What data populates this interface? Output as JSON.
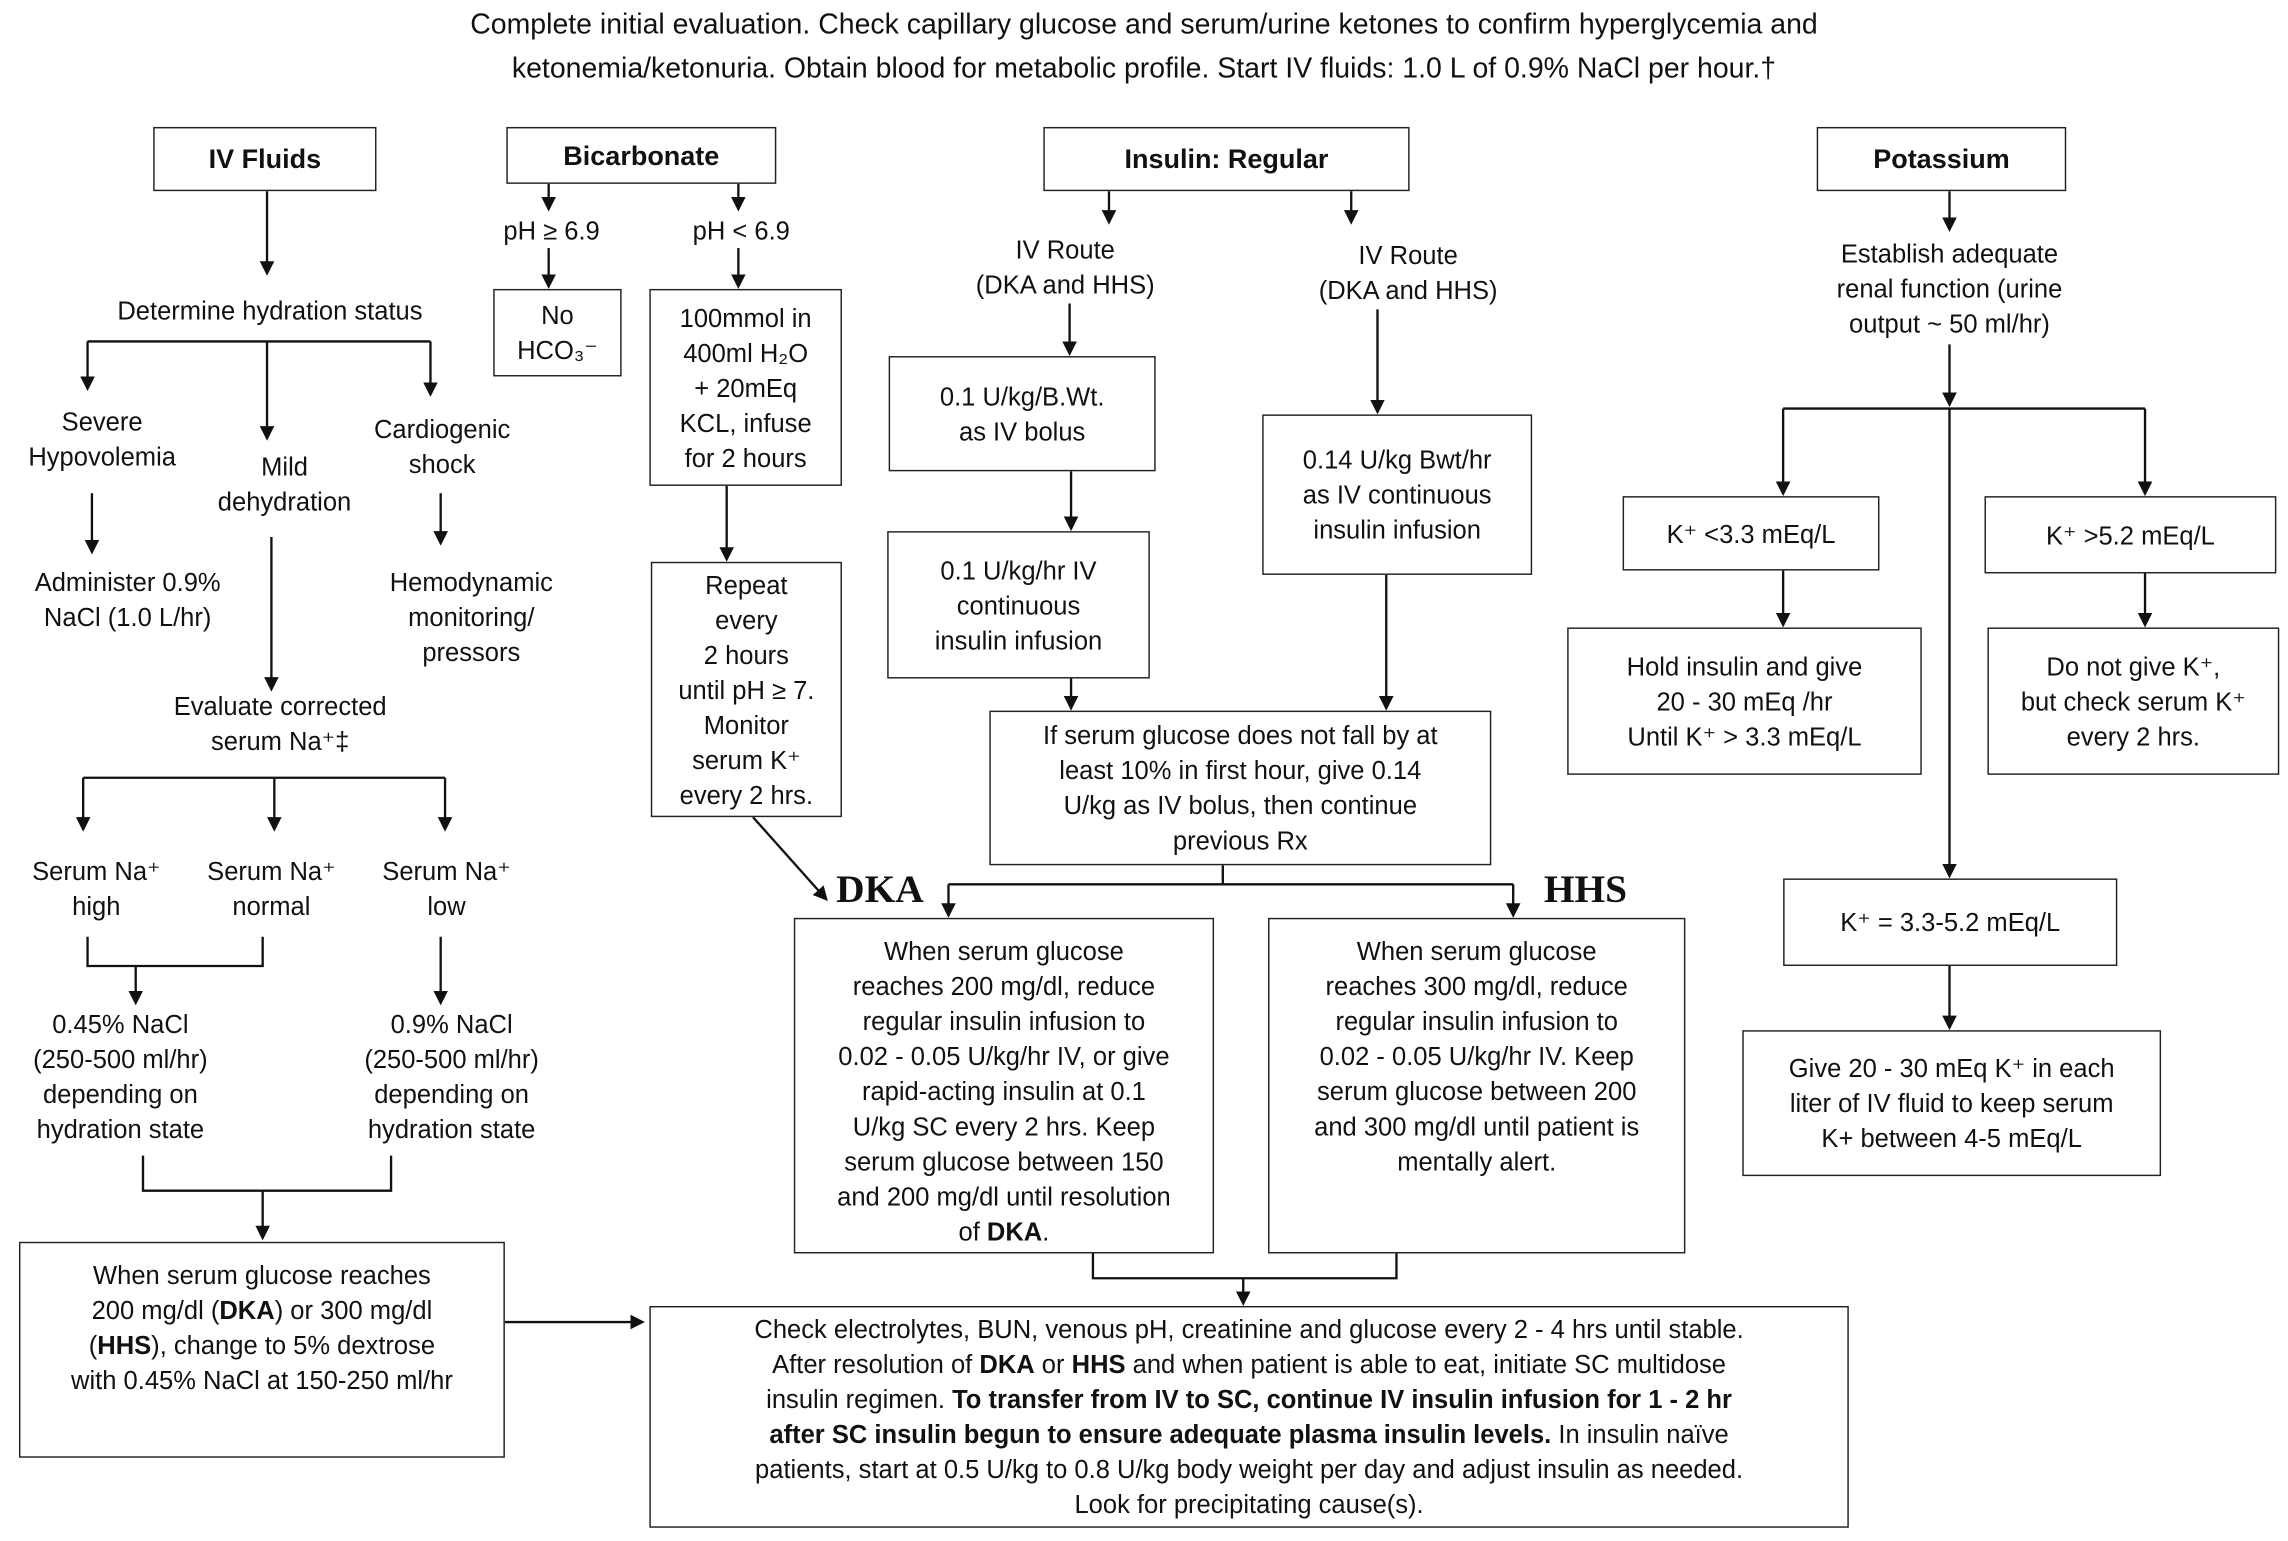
{
  "title": {
    "line1": "Complete initial evaluation. Check capillary glucose and serum/urine ketones to confirm hyperglycemia and",
    "line2": "ketonemia/ketonuria. Obtain blood for metabolic profile. Start IV fluids: 1.0 L of 0.9% NaCl per hour.†"
  },
  "iv_fluids": {
    "header": "IV Fluids",
    "hydration_status": "Determine hydration status",
    "severe": "Severe\nHypovolemia",
    "mild": "Mild\ndehydration",
    "cardiogenic": "Cardiogenic\nshock",
    "administer": "Administer 0.9%\nNaCl (1.0 L/hr)",
    "hemodynamic": "Hemodynamic\nmonitoring/\npressors",
    "evaluate": "Evaluate corrected\nserum Na⁺‡",
    "na_high": "Serum Na⁺\nhigh",
    "na_normal": "Serum Na⁺\nnormal",
    "na_low": "Serum Na⁺\nlow",
    "nacl_045": "0.45% NaCl\n(250-500 ml/hr)\ndepending on\nhydration state",
    "nacl_09": "0.9% NaCl\n(250-500 ml/hr)\ndepending on\nhydration state",
    "dextrose": {
      "p1": "When serum glucose  reaches\n200 mg/dl (",
      "b1": "DKA",
      "p2": ") or 300 mg/dl\n(",
      "b2": "HHS",
      "p3": "), change to 5% dextrose\nwith 0.45% NaCl at 150-250 ml/hr"
    }
  },
  "bicarbonate": {
    "header": "Bicarbonate",
    "ph_high": "pH ≥ 6.9",
    "ph_low": "pH < 6.9",
    "no_hco3_a": "No",
    "no_hco3_b": "HCO₃⁻",
    "infuse": "100mmol in\n400ml H₂O\n+ 20mEq\nKCL, infuse\nfor 2 hours",
    "repeat": "Repeat\nevery\n2 hours\nuntil pH ≥ 7.\nMonitor\nserum K⁺\nevery 2 hrs."
  },
  "insulin": {
    "header": "Insulin: Regular",
    "route_left": "IV Route\n(DKA and HHS)",
    "route_right": "IV Route\n(DKA and HHS)",
    "bolus": "0.1 U/kg/B.Wt.\nas IV bolus",
    "continuous": "0.1 U/kg/hr IV\ncontinuous\ninsulin infusion",
    "continuous_014": "0.14 U/kg Bwt/hr\nas IV continuous\ninsulin infusion",
    "if_not_fall": "If serum glucose does not fall by at\nleast 10% in first hour, give 0.14\nU/kg as IV  bolus, then continue\nprevious Rx",
    "dka_label": "DKA",
    "hhs_label": "HHS",
    "dka_box": {
      "p1": "When serum glucose\nreaches 200 mg/dl, reduce\nregular insulin infusion to\n0.02 - 0.05 U/kg/hr IV, or give\nrapid-acting insulin at 0.1\nU/kg SC every 2 hrs. Keep\nserum glucose between 150\nand 200 mg/dl until resolution\nof  ",
      "b1": "DKA",
      "p2": "."
    },
    "hhs_box": "When serum glucose\nreaches 300 mg/dl, reduce\nregular insulin infusion to\n0.02 - 0.05 U/kg/hr IV.  Keep\nserum glucose between 200\nand 300 mg/dl until patient is\nmentally alert."
  },
  "potassium": {
    "header": "Potassium",
    "renal": "Establish adequate\nrenal function (urine\noutput ~ 50 ml/hr)",
    "k_low": "K⁺ <3.3 mEq/L",
    "k_high": "K⁺ >5.2 mEq/L",
    "hold": "Hold insulin and give\n20 - 30 mEq /hr\nUntil K⁺ > 3.3 mEq/L",
    "do_not": "Do not give K⁺,\nbut check serum K⁺\nevery 2 hrs.",
    "k_mid": "K⁺ = 3.3-5.2 mEq/L",
    "give": "Give 20 - 30 mEq K⁺ in each\nliter of IV  fluid to keep serum\nK+ between 4-5 mEq/L"
  },
  "bottom": {
    "p1": "Check electrolytes, BUN, venous pH, creatinine and glucose every 2 - 4 hrs until stable.\nAfter resolution of ",
    "b1": "DKA",
    "p2": " or ",
    "b2": "HHS",
    "p3": " and when patient is able to eat, initiate SC multidose\ninsulin regimen. ",
    "b3": "To transfer from IV to SC, continue IV insulin infusion for 1 - 2 hr\nafter SC insulin begun to ensure adequate plasma insulin levels.",
    "p4": "  In insulin naïve\npatients, start at 0.5 U/kg to 0.8 U/kg body weight per day and adjust insulin as needed.\nLook for precipitating cause(s)."
  }
}
